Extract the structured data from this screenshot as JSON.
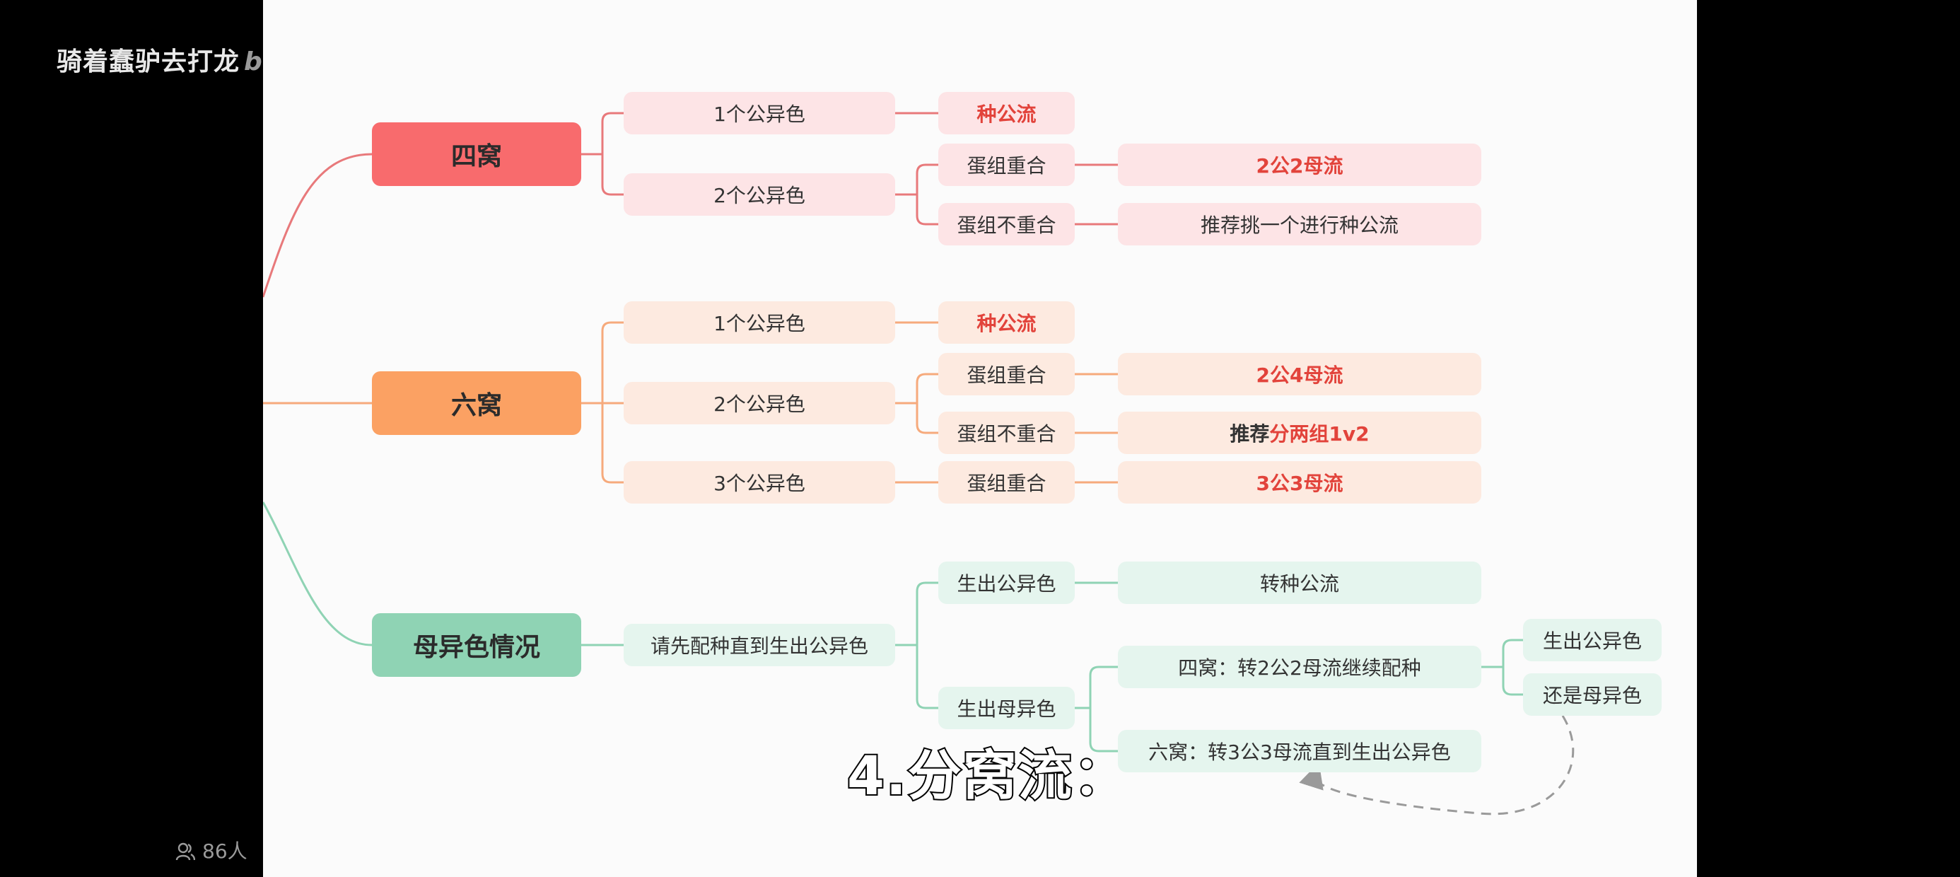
{
  "overlay": {
    "channel_name": "骑着蠢驴去打龙",
    "logo_text": "bilibili",
    "viewers": "86人"
  },
  "caption": "4.分窝流：",
  "mindmap": {
    "four_nest": {
      "title": "四窝",
      "one_male": "1个公异色",
      "one_male_result": "种公流",
      "two_male": "2个公异色",
      "overlap": "蛋组重合",
      "overlap_result": "2公2母流",
      "no_overlap": "蛋组不重合",
      "no_overlap_result": "推荐挑一个进行种公流"
    },
    "six_nest": {
      "title": "六窝",
      "one_male": "1个公异色",
      "one_male_result": "种公流",
      "two_male": "2个公异色",
      "overlap": "蛋组重合",
      "overlap_result": "2公4母流",
      "no_overlap": "蛋组不重合",
      "no_overlap_result_prefix": "推荐",
      "no_overlap_result_highlight": "分两组1v2",
      "three_male": "3个公异色",
      "three_overlap": "蛋组重合",
      "three_overlap_result": "3公3母流"
    },
    "female_shiny": {
      "title": "母异色情况",
      "step": "请先配种直到生出公异色",
      "got_male": "生出公异色",
      "got_male_result": "转种公流",
      "got_female": "生出母异色",
      "four_nest_action": "四窝：转2公2母流继续配种",
      "six_nest_action": "六窝：转3公3母流直到生出公异色",
      "outcome_male": "生出公异色",
      "outcome_female": "还是母异色"
    }
  },
  "colors": {
    "red_branch": "#e8797b",
    "orange_branch": "#f6aa7c",
    "green_branch": "#8fd3b4",
    "highlight": "#e2433b"
  }
}
